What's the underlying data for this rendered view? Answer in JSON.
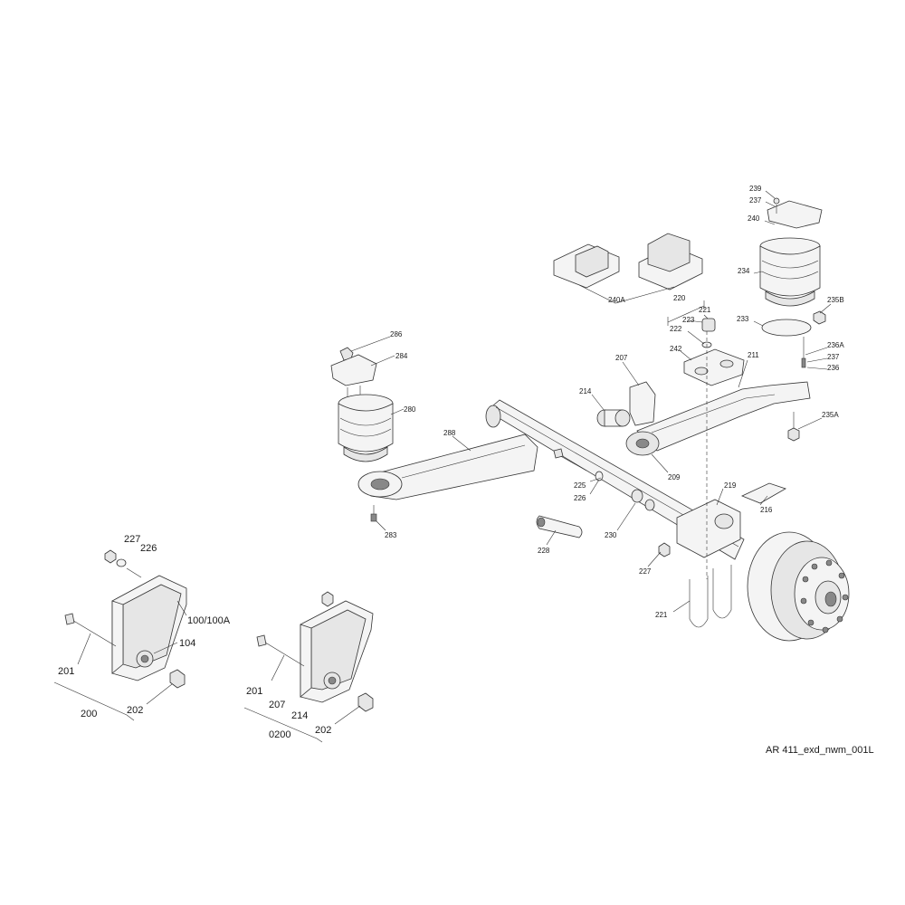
{
  "drawing_id": "AR 411_exd_nwm_001L",
  "callouts": {
    "c239": "239",
    "c237a": "237",
    "c240": "240",
    "c234": "234",
    "c235B": "235B",
    "c233": "233",
    "c236A": "236A",
    "c237b": "237",
    "c236": "236",
    "c235A": "235A",
    "c240A": "240A",
    "c220": "220",
    "c221a": "221",
    "c223": "223",
    "c222": "222",
    "c242": "242",
    "c211": "211",
    "c207a": "207",
    "c214a": "214",
    "c209": "209",
    "c286": "286",
    "c284": "284",
    "c280": "280",
    "c288": "288",
    "c283": "283",
    "c225": "225",
    "c226a": "226",
    "c219": "219",
    "c216": "216",
    "c230": "230",
    "c228": "228",
    "c227a": "227",
    "c221b": "221",
    "c227b": "227",
    "c226b": "226",
    "c100": "100/100A",
    "c104": "104",
    "c201a": "201",
    "c202a": "202",
    "c200": "200",
    "c201b": "201",
    "c207b": "207",
    "c214b": "214",
    "c0200": "0200",
    "c202b": "202"
  }
}
